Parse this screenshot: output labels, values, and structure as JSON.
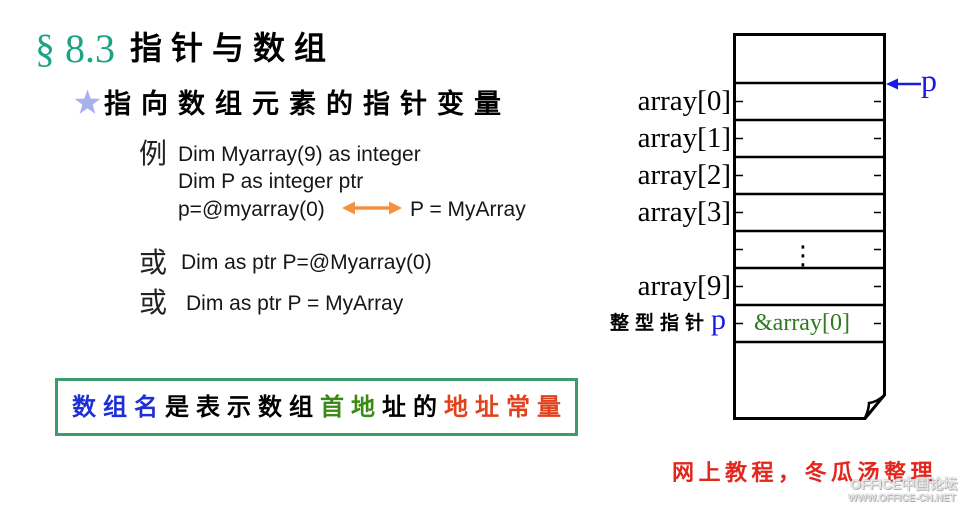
{
  "section": {
    "number": "§ 8.3",
    "title": "指针与数组"
  },
  "subheading": {
    "bullet_icon": "star-icon",
    "text": "指向数组元素的指针变量"
  },
  "example": {
    "label": "例",
    "lines": [
      "Dim Myarray(9) as integer",
      "Dim P as integer ptr",
      "p=@myarray(0)"
    ],
    "equivalence_icon": "double-arrow-icon",
    "equivalent": "P = MyArray"
  },
  "alternatives": [
    {
      "label": "或",
      "code": "Dim as ptr P=@Myarray(0)"
    },
    {
      "label": "或",
      "code": "Dim as ptr P = MyArray"
    }
  ],
  "note": {
    "segments": [
      {
        "text": "数组名",
        "color": "#1f2fd6"
      },
      {
        "text": "是表示数组",
        "color": "#000000"
      },
      {
        "text": "首地",
        "color": "#3b8a14"
      },
      {
        "text": "址的",
        "color": "#000000"
      },
      {
        "text": "地址常量",
        "color": "#e2411c"
      }
    ],
    "border_color": "#3c9c6e"
  },
  "memory": {
    "cells": [
      {
        "label": "array[0]"
      },
      {
        "label": "array[1]"
      },
      {
        "label": "array[2]"
      },
      {
        "label": "array[3]"
      },
      {
        "content": "⋮"
      },
      {
        "label": "array[9]"
      },
      {
        "label": "p",
        "description": "整型指针",
        "content": "&array[0]"
      }
    ],
    "pointer": {
      "label": "p"
    }
  },
  "footer": {
    "credit": "网上教程，冬瓜汤整理",
    "watermark_name": "OFFICE中国论坛",
    "watermark_url": "WWW.OFFICE-CN.NET"
  },
  "colors": {
    "section_number": "#1ba384",
    "bullet_star": "#a7b1ec",
    "equivalence_arrow": "#f5913e",
    "pointer": "#1a1ae6",
    "pointer_value": "#2e7a1e",
    "credit": "#e2271c"
  }
}
